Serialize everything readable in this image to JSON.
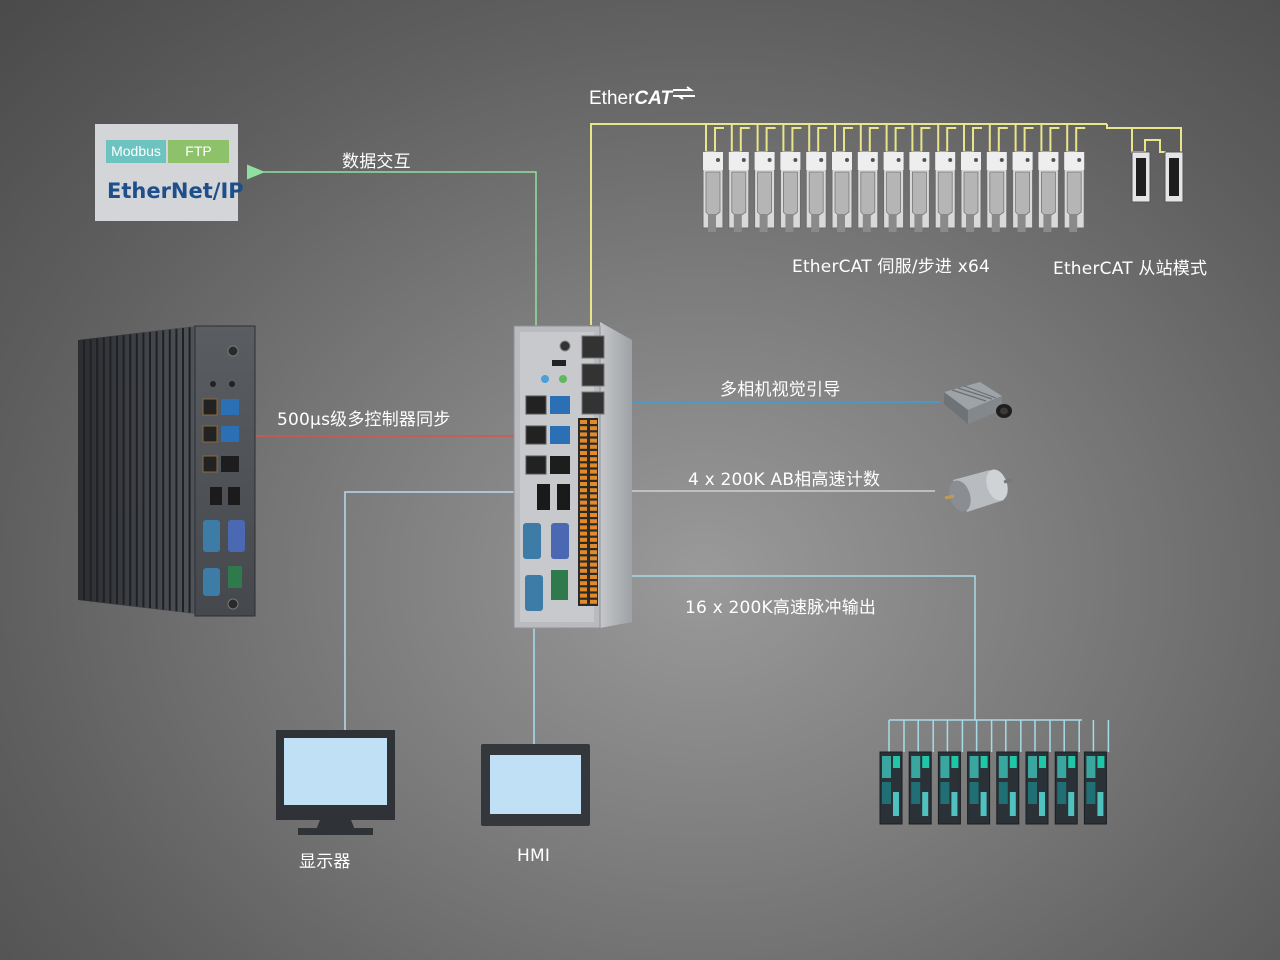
{
  "protocols": {
    "modbus": "Modbus",
    "ftp": "FTP",
    "ethernet_ip": "EtherNet/IP"
  },
  "ethercat_logo": {
    "prefix": "Ether",
    "suffix": "CAT"
  },
  "labels": {
    "data_exchange": "数据交互",
    "ethercat_servo": "EtherCAT 伺服/步进 x64",
    "ethercat_slave": "EtherCAT 从站模式",
    "sync": "500µs级多控制器同步",
    "vision": "多相机视觉引导",
    "counter": "4 x 200K AB相高速计数",
    "pulse": "16 x 200K高速脉冲输出",
    "display": "显示器",
    "hmi": "HMI"
  },
  "colors": {
    "ethercat_line": "#e9e58a",
    "data_line": "#8fe0a0",
    "sync_line": "#d9534f",
    "vision_line": "#3a9fd5",
    "counter_line": "#d0d0d0",
    "pulse_line": "#a6dce8",
    "display_line": "#b7dcf0",
    "hmi_line": "#a8ddf0",
    "device_body": "#3a3c40",
    "screen": "#bfe0f5"
  },
  "counts": {
    "servo_drives": 15,
    "slave_modules": 2,
    "pulse_drives": 8
  }
}
